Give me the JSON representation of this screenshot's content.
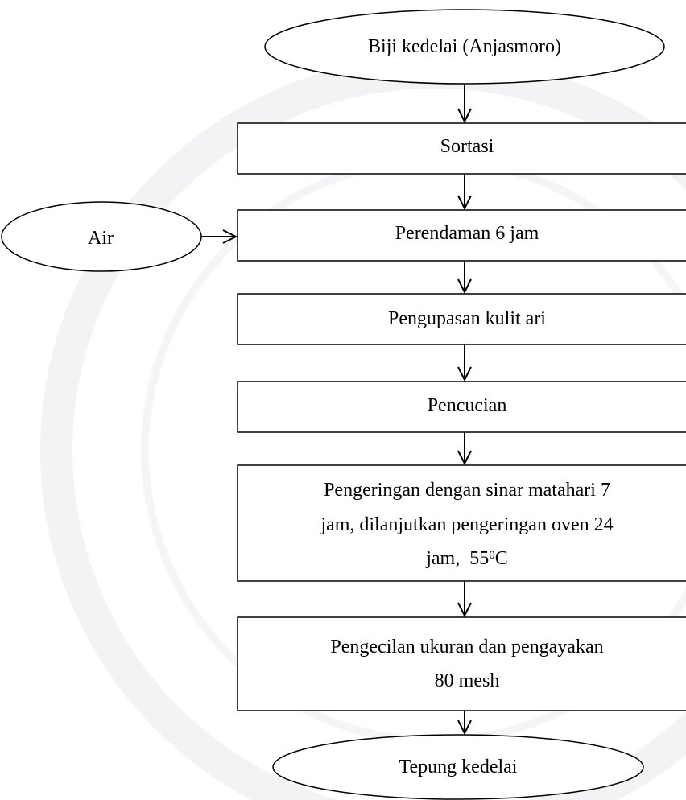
{
  "diagram": {
    "start": "Biji kedelai (Anjasmoro)",
    "input": "Air",
    "steps": {
      "sortasi": "Sortasi",
      "perendaman": "Perendaman 6 jam",
      "pengupasan": "Pengupasan kulit ari",
      "pencucian": "Pencucian",
      "pengeringan_l1": "Pengeringan dengan sinar matahari 7",
      "pengeringan_l2": "jam, dilanjutkan pengeringan oven 24",
      "pengeringan_l3_pre": "jam,  55",
      "pengeringan_l3_sup": "0",
      "pengeringan_l3_post": "C",
      "pengecilan_l1": "Pengecilan ukuran dan pengayakan",
      "pengecilan_l2": "80 mesh"
    },
    "end": "Tepung kedelai"
  }
}
